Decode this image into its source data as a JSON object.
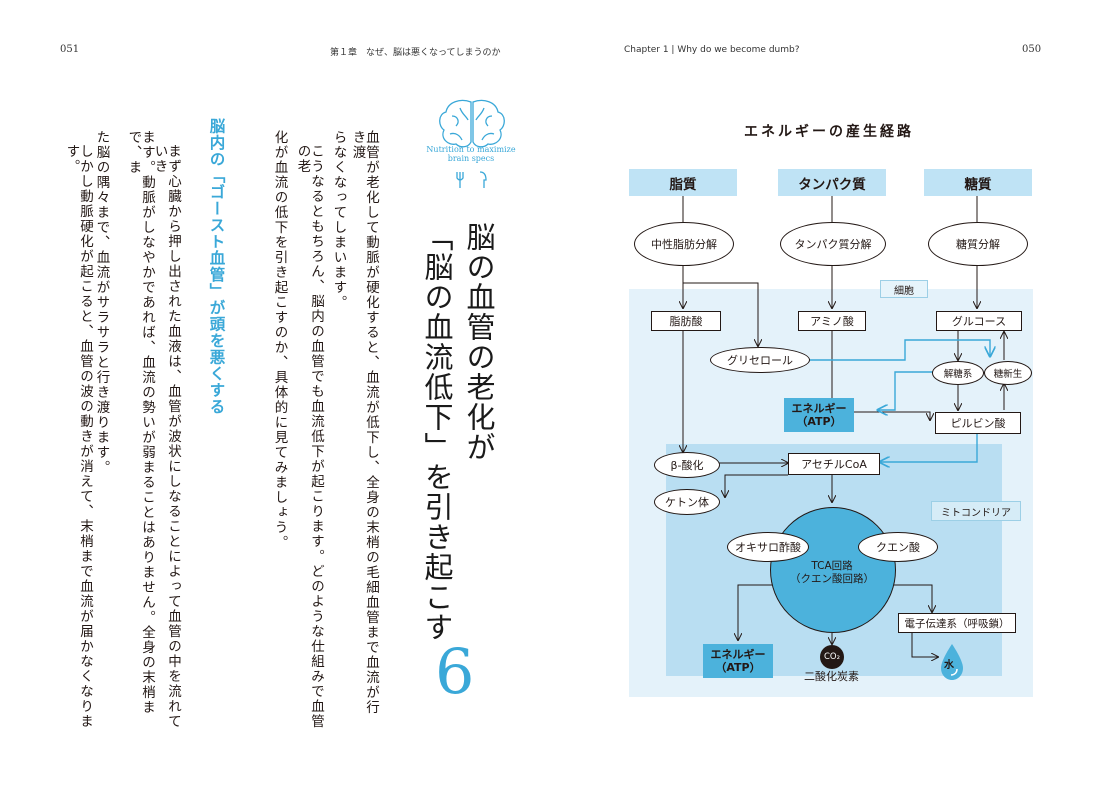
{
  "left_page": {
    "page_number": "051",
    "running_head": "第１章　なぜ、脳は悪くなってしまうのか",
    "brain_caption": "Nutrition to maximize brain specs",
    "chapter_title_line1": "脳の血管の老化が",
    "chapter_title_line2": "「脳の血流低下」を引き起こす",
    "chapter_number": "6",
    "para1_line1": "血管が老化して動脈が硬化すると、血流が低下し、全身の末梢の毛細血管まで血流が行き渡",
    "para1_line2": "らなくなってしまいます。",
    "para2_line1": "こうなるともちろん、脳内の血管でも血流低下が起こります。どのような仕組みで血管の老",
    "para2_line2": "化が血流の低下を引き起こすのか、具体的に見てみましょう。",
    "subheading": "脳内の「ゴースト血管」が頭を悪くする",
    "para3_line1": "まず心臓から押し出された血液は、血管が波状にしなることによって血管の中を流れていき",
    "para3_line2": "ます。動脈がしなやかであれば、血流の勢いが弱まることはありません。全身の末梢まで、ま",
    "para3_line3": "た脳の隅々まで、血流がサラサラと行き渡ります。",
    "para4_line1": "しかし動脈硬化が起こると、血管の波の動きが消えて、末梢まで血流が届かなくなります。"
  },
  "right_page": {
    "running_head": "Chapter 1 | Why do we become dumb?",
    "page_number": "050",
    "diagram": {
      "title": "エネルギーの産生経路",
      "sources": [
        "脂質",
        "タンパク質",
        "糖質"
      ],
      "breakdowns": [
        "中性脂肪分解",
        "タンパク質分解",
        "糖質分解"
      ],
      "cell_label": "細胞",
      "mito_label": "ミトコンドリア",
      "fatty_acid": "脂肪酸",
      "amino_acid": "アミノ酸",
      "glucose": "グルコース",
      "glycerol": "グリセロール",
      "glycolysis": "解糖系",
      "gluconeogenesis": "糖新生",
      "energy_atp_line1": "エネルギー",
      "energy_atp_line2": "（ATP）",
      "pyruvate": "ピルビン酸",
      "beta_oxidation": "β-酸化",
      "acetyl_coa": "アセチルCoA",
      "ketone": "ケトン体",
      "oxaloacetate": "オキサロ酢酸",
      "citric_acid": "クエン酸",
      "tca_line1": "TCA回路",
      "tca_line2": "（クエン酸回路）",
      "electron_transport": "電子伝達系（呼吸鎖）",
      "co2_symbol": "CO₂",
      "co2_label": "二酸化炭素",
      "water_label": "水"
    }
  },
  "colors": {
    "accent": "#3aa8d8",
    "light_blue": "#bfe3f5",
    "cell_bg": "#e4f2fa",
    "mito_bg": "#b9def2",
    "atp_blue": "#4cb2dc"
  }
}
